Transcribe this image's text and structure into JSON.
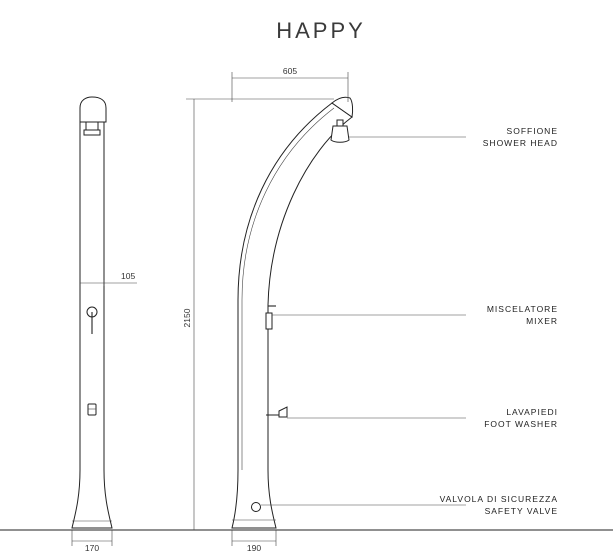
{
  "title": "HAPPY",
  "dimensions": {
    "top_width": "605",
    "height": "2150",
    "side_depth": "105",
    "side_base": "170",
    "front_base": "190"
  },
  "callouts": {
    "shower_head": {
      "it": "SOFFIONE",
      "en": "SHOWER HEAD"
    },
    "mixer": {
      "it": "MISCELATORE",
      "en": "MIXER"
    },
    "foot_washer": {
      "it": "LAVAPIEDI",
      "en": "FOOT WASHER"
    },
    "safety_valve": {
      "it": "VALVOLA DI SICUREZZA",
      "en": "SAFETY VALVE"
    }
  }
}
